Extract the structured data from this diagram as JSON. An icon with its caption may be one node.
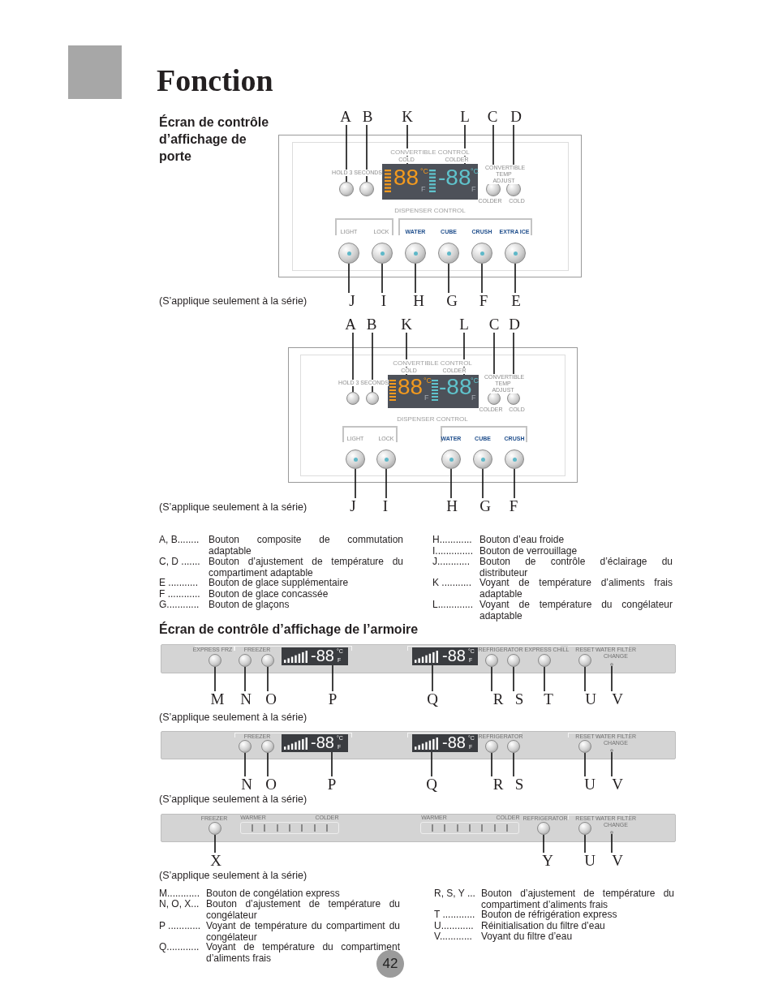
{
  "diagram": {
    "title": "Fonction",
    "nodes": [
      {
        "text": [
          "A"
        ]
      },
      {
        "text": [
          "B"
        ]
      },
      {
        "text": [
          "K"
        ]
      },
      {
        "text": [
          "L"
        ]
      },
      {
        "text": [
          "C"
        ]
      },
      {
        "text": [
          "D"
        ]
      },
      {
        "text": [
          "J"
        ]
      },
      {
        "text": [
          "I"
        ]
      },
      {
        "text": [
          "H"
        ]
      },
      {
        "text": [
          "G"
        ]
      },
      {
        "text": [
          "F"
        ]
      },
      {
        "text": [
          "E"
        ]
      },
      {
        "text": [
          "A"
        ]
      },
      {
        "text": [
          "B"
        ]
      },
      {
        "text": [
          "K"
        ]
      },
      {
        "text": [
          "L"
        ]
      },
      {
        "text": [
          "C"
        ]
      },
      {
        "text": [
          "D"
        ]
      },
      {
        "text": [
          "J"
        ]
      },
      {
        "text": [
          "I"
        ]
      },
      {
        "text": [
          "H"
        ]
      },
      {
        "text": [
          "G"
        ]
      },
      {
        "text": [
          "F"
        ]
      },
      {
        "text": [
          "M"
        ]
      },
      {
        "text": [
          "N"
        ]
      },
      {
        "text": [
          "O"
        ]
      },
      {
        "text": [
          "P"
        ]
      },
      {
        "text": [
          "Q"
        ]
      },
      {
        "text": [
          "R"
        ]
      },
      {
        "text": [
          "S"
        ]
      },
      {
        "text": [
          "T"
        ]
      },
      {
        "text": [
          "U"
        ]
      },
      {
        "text": [
          "V"
        ]
      },
      {
        "text": [
          "N"
        ]
      },
      {
        "text": [
          "O"
        ]
      },
      {
        "text": [
          "P"
        ]
      },
      {
        "text": [
          "Q"
        ]
      },
      {
        "text": [
          "R"
        ]
      },
      {
        "text": [
          "S"
        ]
      },
      {
        "text": [
          "U"
        ]
      },
      {
        "text": [
          "V"
        ]
      },
      {
        "text": [
          "X"
        ]
      },
      {
        "text": [
          "Y"
        ]
      },
      {
        "text": [
          "U"
        ]
      },
      {
        "text": [
          "V"
        ]
      },
      {
        "text": [],
        "shape": "circle"
      },
      {
        "text": [],
        "shape": "circle"
      },
      {
        "text": [],
        "shape": "box"
      },
      {
        "text": [],
        "shape": "circle"
      },
      {
        "text": [],
        "shape": "circle"
      },
      {
        "text": [],
        "shape": "circle"
      },
      {
        "text": [],
        "shape": "circle"
      },
      {
        "text": [],
        "shape": "circle"
      },
      {
        "text": [],
        "shape": "circle"
      },
      {
        "text": [],
        "shape": "circle"
      },
      {
        "text": [],
        "shape": "circle"
      },
      {
        "text": [],
        "shape": "circle"
      },
      {
        "text": [],
        "shape": "circle"
      },
      {
        "text": [],
        "shape": "box"
      },
      {
        "text": [],
        "shape": "circle"
      },
      {
        "text": [],
        "shape": "circle"
      },
      {
        "text": [],
        "shape": "circle"
      },
      {
        "text": [],
        "shape": "circle"
      },
      {
        "text": [],
        "shape": "circle"
      },
      {
        "text": [],
        "shape": "circle"
      },
      {
        "text": [],
        "shape": "circle"
      },
      {
        "text": [],
        "shape": "circle"
      },
      {
        "text": [],
        "shape": "circle"
      },
      {
        "text": [],
        "shape": "circle"
      },
      {
        "text": [],
        "shape": "box"
      },
      {
        "text": [],
        "shape": "box"
      },
      {
        "text": [],
        "shape": "circle"
      },
      {
        "text": [],
        "shape": "circle"
      },
      {
        "text": [],
        "shape": "circle"
      },
      {
        "text": [],
        "shape": "circle"
      },
      {
        "text": [],
        "shape": "circle"
      },
      {
        "text": [],
        "shape": "circle"
      },
      {
        "text": [],
        "shape": "circle"
      },
      {
        "text": [],
        "shape": "box"
      },
      {
        "text": [],
        "shape": "box"
      },
      {
        "text": [],
        "shape": "circle"
      },
      {
        "text": [],
        "shape": "circle"
      },
      {
        "text": [],
        "shape": "circle"
      },
      {
        "text": [],
        "shape": "circle"
      },
      {
        "text": [],
        "shape": "circle"
      },
      {
        "text": [],
        "shape": "circle"
      },
      {
        "text": [],
        "shape": "circle"
      },
      {
        "text": [],
        "shape": "circle"
      }
    ],
    "edges": [
      {
        "from": 0,
        "to": 45,
        "arrow": "none"
      },
      {
        "from": 1,
        "to": 46,
        "arrow": "none"
      },
      {
        "from": 2,
        "to": 47,
        "arrow": "none"
      },
      {
        "from": 3,
        "to": 47,
        "arrow": "none"
      },
      {
        "from": 4,
        "to": 48,
        "arrow": "none"
      },
      {
        "from": 5,
        "to": 49,
        "arrow": "none"
      },
      {
        "from": 6,
        "to": 50,
        "arrow": "none"
      },
      {
        "from": 7,
        "to": 51,
        "arrow": "none"
      },
      {
        "from": 8,
        "to": 52,
        "arrow": "none"
      },
      {
        "from": 9,
        "to": 53,
        "arrow": "none"
      },
      {
        "from": 10,
        "to": 54,
        "arrow": "none"
      },
      {
        "from": 11,
        "to": 55,
        "arrow": "none"
      },
      {
        "from": 12,
        "to": 56,
        "arrow": "none"
      },
      {
        "from": 13,
        "to": 57,
        "arrow": "none"
      },
      {
        "from": 14,
        "to": 58,
        "arrow": "none"
      },
      {
        "from": 15,
        "to": 58,
        "arrow": "none"
      },
      {
        "from": 16,
        "to": 59,
        "arrow": "none"
      },
      {
        "from": 17,
        "to": 60,
        "arrow": "none"
      },
      {
        "from": 18,
        "to": 61,
        "arrow": "none"
      },
      {
        "from": 19,
        "to": 62,
        "arrow": "none"
      },
      {
        "from": 20,
        "to": 63,
        "arrow": "none"
      },
      {
        "from": 21,
        "to": 64,
        "arrow": "none"
      },
      {
        "from": 22,
        "to": 65,
        "arrow": "none"
      },
      {
        "from": 23,
        "to": 66,
        "arrow": "none"
      },
      {
        "from": 24,
        "to": 67,
        "arrow": "none"
      },
      {
        "from": 25,
        "to": 68,
        "arrow": "none"
      },
      {
        "from": 26,
        "to": 69,
        "arrow": "none"
      },
      {
        "from": 27,
        "to": 70,
        "arrow": "none"
      },
      {
        "from": 28,
        "to": 71,
        "arrow": "none"
      },
      {
        "from": 29,
        "to": 72,
        "arrow": "none"
      },
      {
        "from": 30,
        "to": 73,
        "arrow": "none"
      },
      {
        "from": 31,
        "to": 74,
        "arrow": "none"
      },
      {
        "from": 32,
        "to": 75,
        "arrow": "none"
      },
      {
        "from": 33,
        "to": 76,
        "arrow": "none"
      },
      {
        "from": 34,
        "to": 77,
        "arrow": "none"
      },
      {
        "from": 35,
        "to": 78,
        "arrow": "none"
      },
      {
        "from": 36,
        "to": 79,
        "arrow": "none"
      },
      {
        "from": 37,
        "to": 80,
        "arrow": "none"
      },
      {
        "from": 38,
        "to": 81,
        "arrow": "none"
      },
      {
        "from": 39,
        "to": 82,
        "arrow": "none"
      },
      {
        "from": 40,
        "to": 83,
        "arrow": "none"
      },
      {
        "from": 41,
        "to": 84,
        "arrow": "none"
      },
      {
        "from": 42,
        "to": 85,
        "arrow": "none"
      },
      {
        "from": 43,
        "to": 86,
        "arrow": "none"
      },
      {
        "from": 44,
        "to": 87,
        "arrow": "none"
      }
    ],
    "labels": [
      "Écran de contrôle d’affichage de porte",
      "CONVERTIBLE CONTROL",
      "COLD",
      "COLDER",
      "HOLD 3 SECONDS",
      "88",
      "°C",
      "F",
      "-88",
      "°C",
      "F",
      "CONVERTIBLE TEMP ADJUST",
      "COLDER",
      "COLD",
      "DISPENSER CONTROL",
      "LIGHT",
      "LOCK",
      "WATER",
      "CUBE",
      "CRUSH",
      "EXTRA ICE",
      "(S’applique seulement à la série)",
      "CONVERTIBLE CONTROL",
      "COLD",
      "COLDER",
      "HOLD 3 SECONDS",
      "88",
      "°C",
      "F",
      "-88",
      "°C",
      "F",
      "CONVERTIBLE TEMP ADJUST",
      "COLDER",
      "COLD",
      "DISPENSER CONTROL",
      "LIGHT",
      "LOCK",
      "WATER",
      "CUBE",
      "CRUSH",
      "(S’applique seulement à la série)",
      "A, B........",
      "Bouton composite de commutation adaptable",
      "C, D .......",
      "Bouton d’ajustement de température du compartiment adaptable",
      "E ...........",
      "Bouton de glace supplémentaire",
      "F ............",
      "Bouton de glace concassée",
      "G............",
      "Bouton de glaçons",
      "H............",
      "Bouton d’eau froide",
      "I..............",
      "Bouton de verrouillage",
      "J............",
      "Bouton de contrôle d’éclairage du distributeur",
      "K ...........",
      "Voyant de température d’aliments frais adaptable",
      "L.............",
      "Voyant de température du congélateur adaptable",
      "Écran de contrôle d’affichage de l’armoire",
      "EXPRESS FRZ",
      "FREEZER",
      "-88",
      "°C",
      "F",
      "-88",
      "°C",
      "F",
      "REFRIGERATOR",
      "EXPRESS CHILL",
      "RESET",
      "WATER FILTER CHANGE",
      "(S’applique seulement à la série)",
      "FREEZER",
      "-88",
      "°C",
      "F",
      "-88",
      "°C",
      "F",
      "REFRIGERATOR",
      "RESET",
      "WATER FILTER CHANGE",
      "(S’applique seulement à la série)",
      "FREEZER",
      "WARMER",
      "COLDER",
      "WARMER",
      "COLDER",
      "REFRIGERATOR",
      "RESET",
      "WATER FILTER CHANGE",
      "(S’applique seulement à la série)",
      "M............",
      "Bouton de congélation express",
      "N, O, X...",
      "Bouton d’ajustement de température du congélateur",
      "P ............",
      "Voyant de température du compartiment du congélateur",
      "Q............",
      "Voyant de température du compartiment d’aliments frais",
      "R, S, Y ...",
      "Bouton d’ajustement de température du compartiment d’aliments frais",
      "T ............",
      "Bouton de réfrigération express",
      "U............",
      "Réinitialisation du filtre d’eau",
      "V............",
      "Voyant du filtre d’eau",
      "42"
    ]
  }
}
